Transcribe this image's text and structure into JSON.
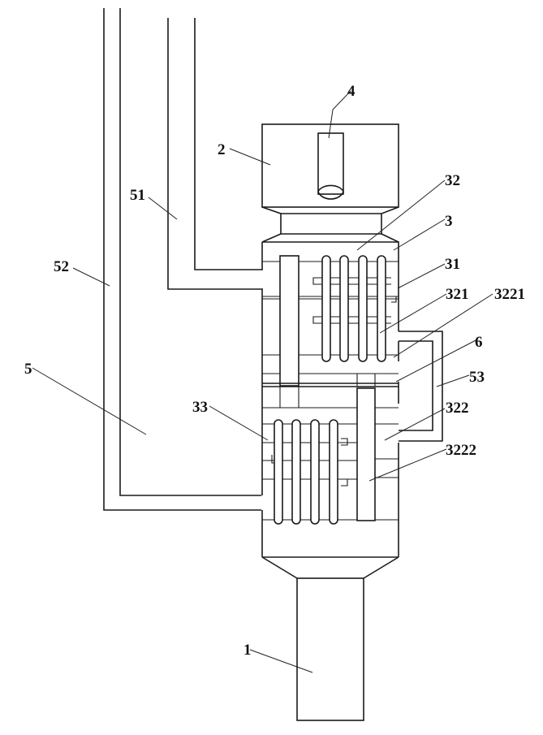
{
  "figure": {
    "type": "patent-style mechanical schematic",
    "line_color": "#1a1a1a",
    "background": "#ffffff"
  },
  "labels": {
    "l1": "1",
    "l2": "2",
    "l3": "3",
    "l4": "4",
    "l5": "5",
    "l6": "6",
    "l31": "31",
    "l32": "32",
    "l33": "33",
    "l51": "51",
    "l52": "52",
    "l53": "53",
    "l321": "321",
    "l322": "322",
    "l3221": "3221",
    "l3222": "3222"
  },
  "components": [
    {
      "id": "1",
      "name": "outlet-pipe"
    },
    {
      "id": "2",
      "name": "top-housing"
    },
    {
      "id": "3",
      "name": "main-chamber"
    },
    {
      "id": "4",
      "name": "nozzle"
    },
    {
      "id": "5",
      "name": "pipe-assembly"
    },
    {
      "id": "6",
      "name": "divider-plate"
    },
    {
      "id": "31",
      "name": "chamber-wall"
    },
    {
      "id": "32",
      "name": "upper-plate-set"
    },
    {
      "id": "33",
      "name": "lower-plate-set"
    },
    {
      "id": "51",
      "name": "inner-pipe"
    },
    {
      "id": "52",
      "name": "outer-pipe"
    },
    {
      "id": "53",
      "name": "bypass-duct"
    },
    {
      "id": "321",
      "name": "upper-plates"
    },
    {
      "id": "322",
      "name": "lower-column"
    },
    {
      "id": "3221",
      "name": "upper-connector"
    },
    {
      "id": "3222",
      "name": "lower-connector"
    }
  ]
}
